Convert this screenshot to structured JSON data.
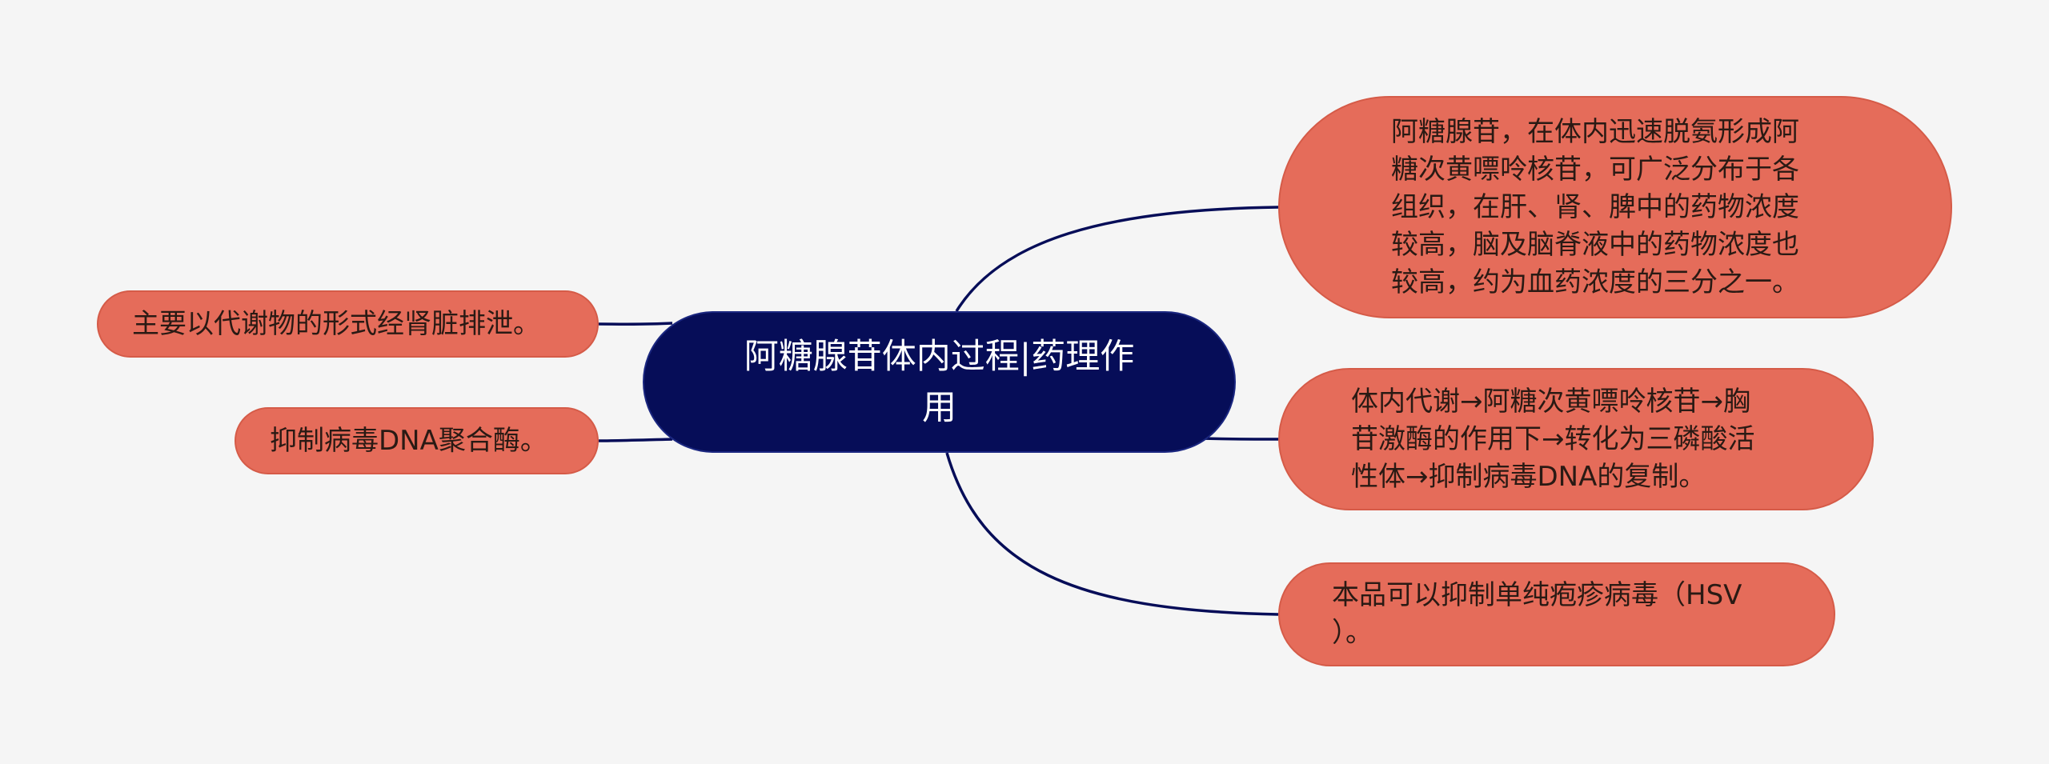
{
  "colors": {
    "background": "#f5f5f5",
    "root_fill": "#060d58",
    "branch_fill": "#e56c5a",
    "connector": "#060d58"
  },
  "root": {
    "label": "阿糖腺苷体内过程|药理作\n用"
  },
  "right_branches": [
    {
      "label": "阿糖腺苷，在体内迅速脱氨形成阿\n糖次黄嘌呤核苷，可广泛分布于各\n组织，在肝、肾、脾中的药物浓度\n较高，脑及脑脊液中的药物浓度也\n较高，约为血药浓度的三分之一。"
    },
    {
      "label": "体内代谢→阿糖次黄嘌呤核苷→胸\n苷激酶的作用下→转化为三磷酸活\n性体→抑制病毒DNA的复制。"
    },
    {
      "label": "本品可以抑制单纯疱疹病毒（HSV\n）。"
    }
  ],
  "left_branches": [
    {
      "label": "主要以代谢物的形式经肾脏排泄。"
    },
    {
      "label": "抑制病毒DNA聚合酶。"
    }
  ]
}
